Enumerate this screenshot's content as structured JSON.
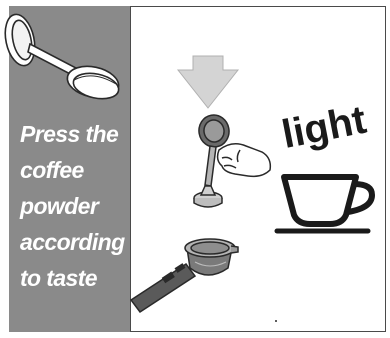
{
  "instruction": {
    "line1": "Press the",
    "line2": "coffee",
    "line3": "powder",
    "line4": "according",
    "line5": "to taste"
  },
  "strength_label": "light",
  "colors": {
    "panel": "#8a8a8a",
    "outline": "#2a2a2a",
    "arrow": "#d4d4d4",
    "handle": "#5a5a5a"
  },
  "icons": [
    "coffee-tamper-icon",
    "press-down-arrow-icon",
    "hand-pressing-tamper-icon",
    "light-cup-icon",
    "filter-holder-icon"
  ]
}
